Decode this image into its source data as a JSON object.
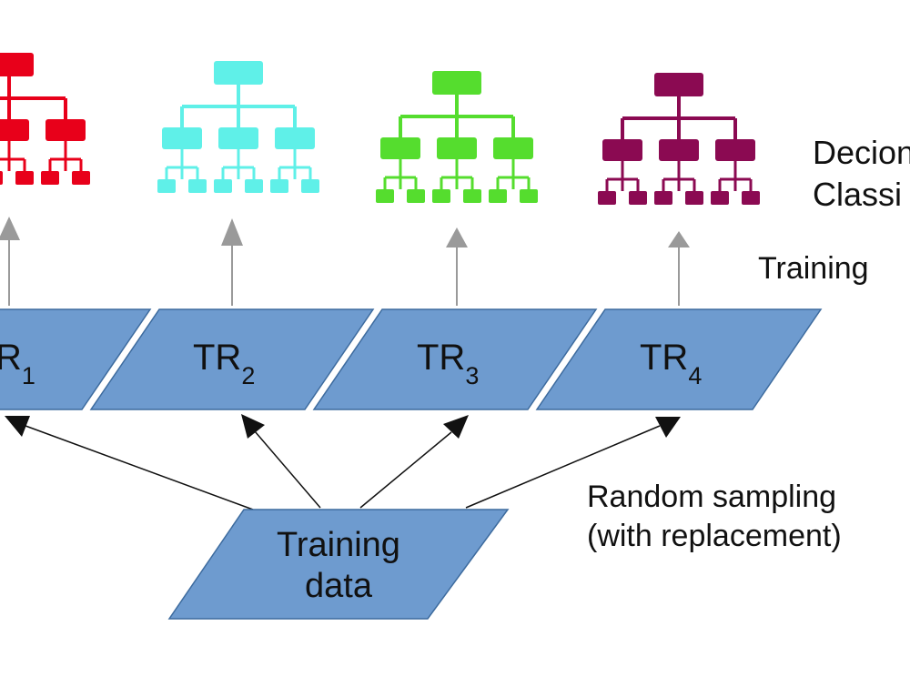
{
  "labels": {
    "classifiers_line1": "Decion",
    "classifiers_line2": "Classi",
    "training": "Training",
    "sampling_line1": "Random sampling",
    "sampling_line2": "(with replacement)"
  },
  "subsets": [
    {
      "prefix": "R",
      "sub": "1",
      "tree_color": "#e8001a"
    },
    {
      "prefix": "TR",
      "sub": "2",
      "tree_color": "#5ff0e8"
    },
    {
      "prefix": "TR",
      "sub": "3",
      "tree_color": "#55dd2e"
    },
    {
      "prefix": "TR",
      "sub": "4",
      "tree_color": "#8b0a52"
    }
  ],
  "source": {
    "line1": "Training",
    "line2": "data"
  },
  "colors": {
    "box_fill": "#6e9bcf",
    "box_stroke": "#3d6b9e",
    "arrow_gray": "#9a9a9a",
    "arrow_black": "#111111"
  }
}
